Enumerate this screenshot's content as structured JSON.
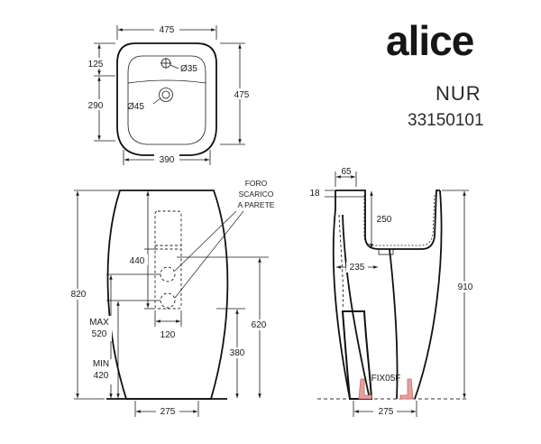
{
  "brand": {
    "name": "alice",
    "model": "NUR",
    "code": "33150101"
  },
  "top_view": {
    "width_top": "475",
    "width_bottom": "390",
    "depth": "475",
    "offset_tap": "125",
    "offset_drain": "290",
    "tap_hole": "Ø35",
    "drain_hole": "Ø45"
  },
  "front_view": {
    "note_lines": [
      "FORO",
      "SCARICO",
      "A PARETE"
    ],
    "dim_440": "440",
    "dim_120": "120",
    "dim_820": "820",
    "dim_620": "620",
    "dim_380": "380",
    "dim_275": "275",
    "max_label": "MAX",
    "max_value": "520",
    "min_label": "MIN",
    "min_value": "420"
  },
  "side_view": {
    "dim_65": "65",
    "dim_18": "18",
    "dim_250": "250",
    "dim_235": "235",
    "dim_910": "910",
    "dim_275": "275",
    "fixing": "FIX05F"
  },
  "colors": {
    "line": "#111111",
    "fixing": "#d98080"
  }
}
